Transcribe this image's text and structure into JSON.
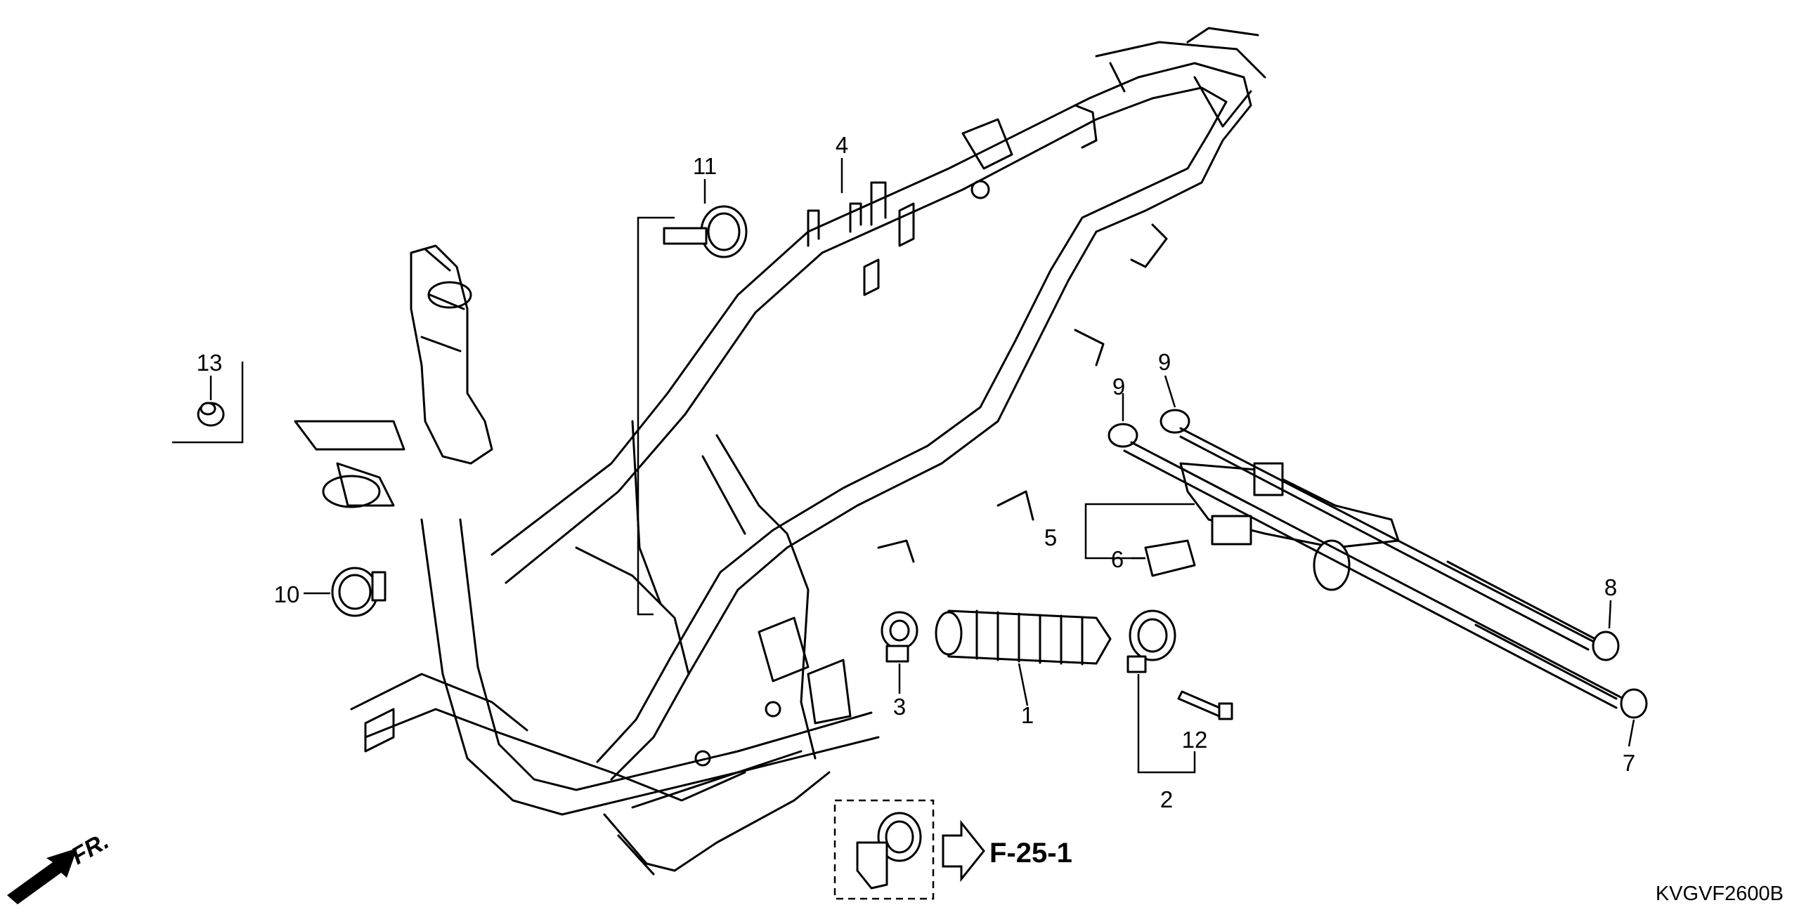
{
  "diagram": {
    "callouts": {
      "p1": "1",
      "p2": "2",
      "p3": "3",
      "p4": "4",
      "p5": "5",
      "p6": "6",
      "p7": "7",
      "p8": "8",
      "p9a": "9",
      "p9b": "9",
      "p10": "10",
      "p11": "11",
      "p12": "12",
      "p13": "13"
    },
    "reference": "F-25-1",
    "direction": "FR.",
    "code": "KVGVF2600B"
  }
}
